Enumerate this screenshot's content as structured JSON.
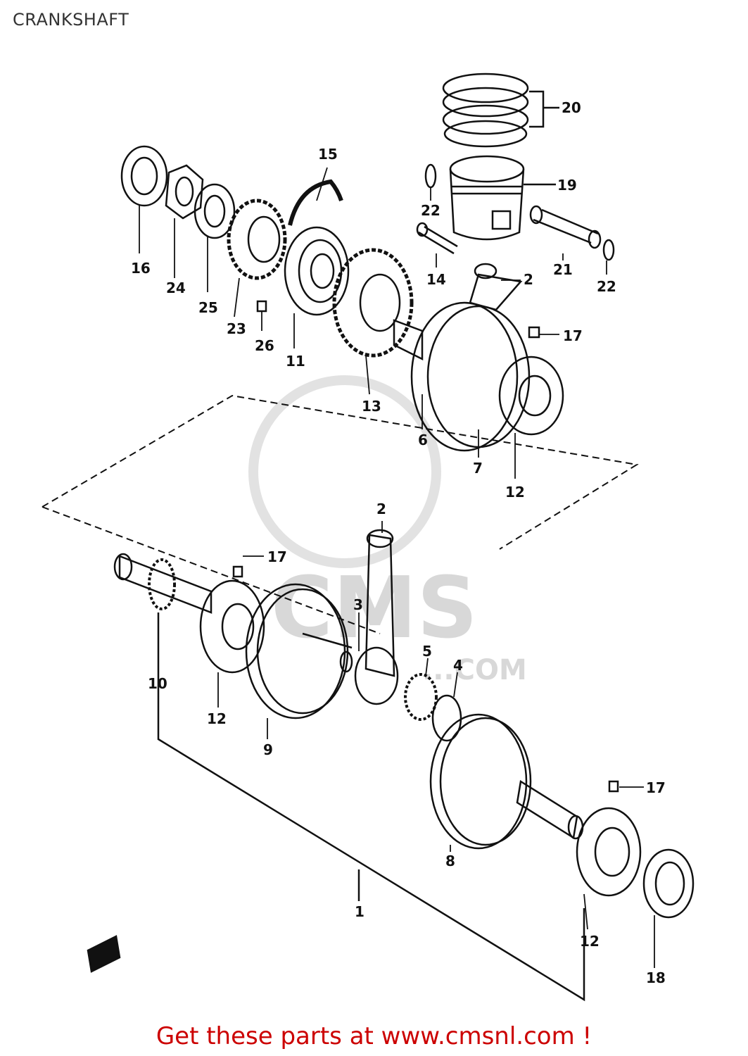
{
  "page": {
    "title": "CRANKSHAFT"
  },
  "colors": {
    "line": "#111111",
    "watermark": "#d8d8d8",
    "link": "#cc0000"
  },
  "watermark": {
    "brand": "CMS",
    "domain": "...COM"
  },
  "callouts": {
    "c20": "20",
    "c15": "15",
    "c19": "19",
    "c22a": "22",
    "c22b": "22",
    "c21": "21",
    "c16": "16",
    "c24": "24",
    "c25": "25",
    "c23": "23",
    "c26": "26",
    "c11": "11",
    "c14": "14",
    "c2a": "2",
    "c17a": "17",
    "c13": "13",
    "c6": "6",
    "c7": "7",
    "c12a": "12",
    "c2b": "2",
    "c17b": "17",
    "c3": "3",
    "c5": "5",
    "c4": "4",
    "c10": "10",
    "c12b": "12",
    "c9": "9",
    "c17c": "17",
    "c8": "8",
    "c1": "1",
    "c12c": "12",
    "c18": "18"
  },
  "footer": {
    "link_text": "Get these parts at www.cmsnl.com !"
  }
}
